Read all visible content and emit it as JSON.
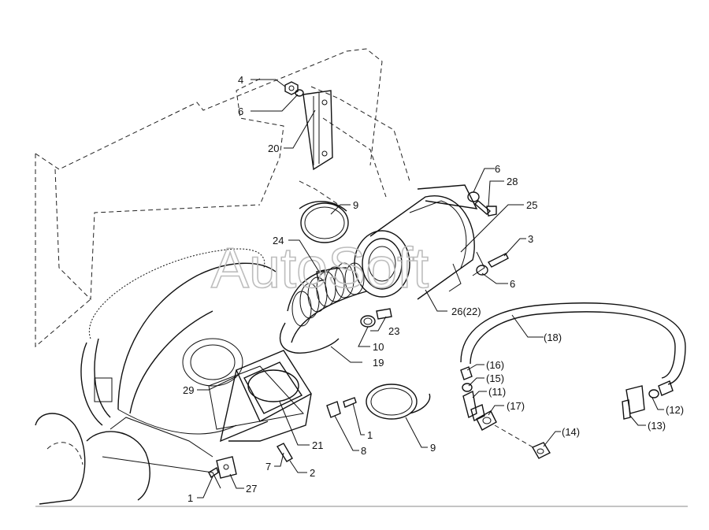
{
  "watermark": "AutoSoft",
  "callouts": [
    {
      "id": "c4",
      "text": "4"
    },
    {
      "id": "c6a",
      "text": "6"
    },
    {
      "id": "c20",
      "text": "20"
    },
    {
      "id": "c9a",
      "text": "9"
    },
    {
      "id": "c24",
      "text": "24"
    },
    {
      "id": "c6b",
      "text": "6"
    },
    {
      "id": "c28",
      "text": "28"
    },
    {
      "id": "c25",
      "text": "25"
    },
    {
      "id": "c3",
      "text": "3"
    },
    {
      "id": "c6c",
      "text": "6"
    },
    {
      "id": "c26",
      "text": "26(22)"
    },
    {
      "id": "c23",
      "text": "23"
    },
    {
      "id": "c10",
      "text": "10"
    },
    {
      "id": "c19",
      "text": "19"
    },
    {
      "id": "c18",
      "text": "(18)"
    },
    {
      "id": "c16",
      "text": "(16)"
    },
    {
      "id": "c15",
      "text": "(15)"
    },
    {
      "id": "c11",
      "text": "(11)"
    },
    {
      "id": "c17",
      "text": "(17)"
    },
    {
      "id": "c14",
      "text": "(14)"
    },
    {
      "id": "c12",
      "text": "(12)"
    },
    {
      "id": "c13",
      "text": "(13)"
    },
    {
      "id": "c29",
      "text": "29"
    },
    {
      "id": "c21",
      "text": "21"
    },
    {
      "id": "c1a",
      "text": "1"
    },
    {
      "id": "c8",
      "text": "8"
    },
    {
      "id": "c9b",
      "text": "9"
    },
    {
      "id": "c7",
      "text": "7"
    },
    {
      "id": "c2",
      "text": "2"
    },
    {
      "id": "c1b",
      "text": "1"
    },
    {
      "id": "c27",
      "text": "27"
    }
  ]
}
